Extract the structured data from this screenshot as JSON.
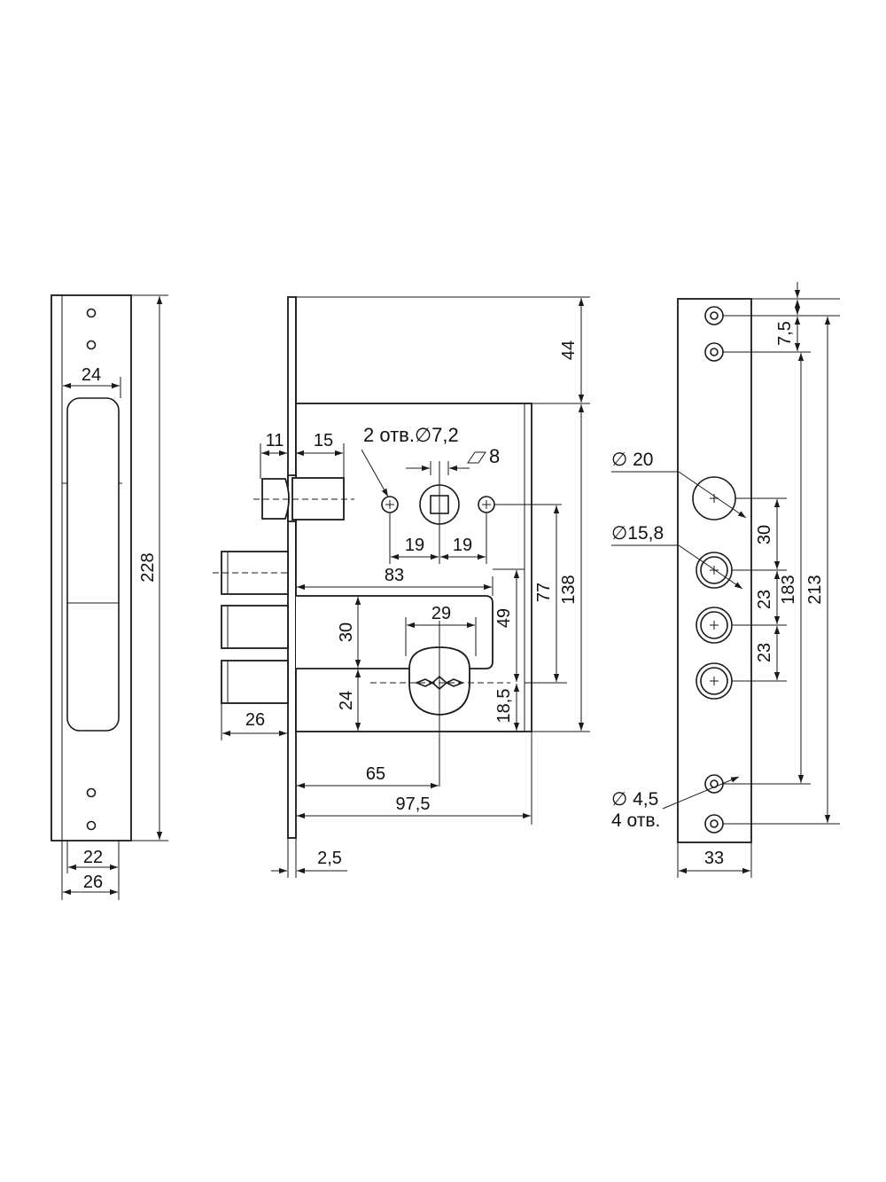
{
  "side_view": {
    "dim_width_top": "24",
    "dim_height": "228",
    "dim_inner_width": "22",
    "dim_outer_width": "26"
  },
  "front_view": {
    "dim_top_offset": "44",
    "dim_latch_width": "11",
    "dim_latch_body": "15",
    "holes_callout": "2 отв.∅7,2",
    "square_callout": "8",
    "dim_hole_left": "19",
    "dim_hole_right": "19",
    "dim_bolt_span": "83",
    "dim_hole_to_key": "77",
    "dim_case_height": "138",
    "dim_cylinder_width": "29",
    "dim_cutout_height": "30",
    "dim_cutout_side": "49",
    "dim_lower_offset": "24",
    "dim_key_offset": "18,5",
    "dim_bolt_throw": "26",
    "dim_backset": "65",
    "dim_case_depth": "97,5",
    "dim_plate_thickness": "2,5"
  },
  "faceplate_view": {
    "dim_top_margin": "7,5",
    "dia_large": "∅ 20",
    "dia_medium": "∅15,8",
    "dim_gap_1": "30",
    "dim_gap_2": "23",
    "dim_gap_3": "23",
    "dim_inner_span": "183",
    "dim_outer_span": "213",
    "dia_small": "∅ 4,5",
    "hole_count": "4 отв.",
    "dim_plate_width": "33"
  }
}
